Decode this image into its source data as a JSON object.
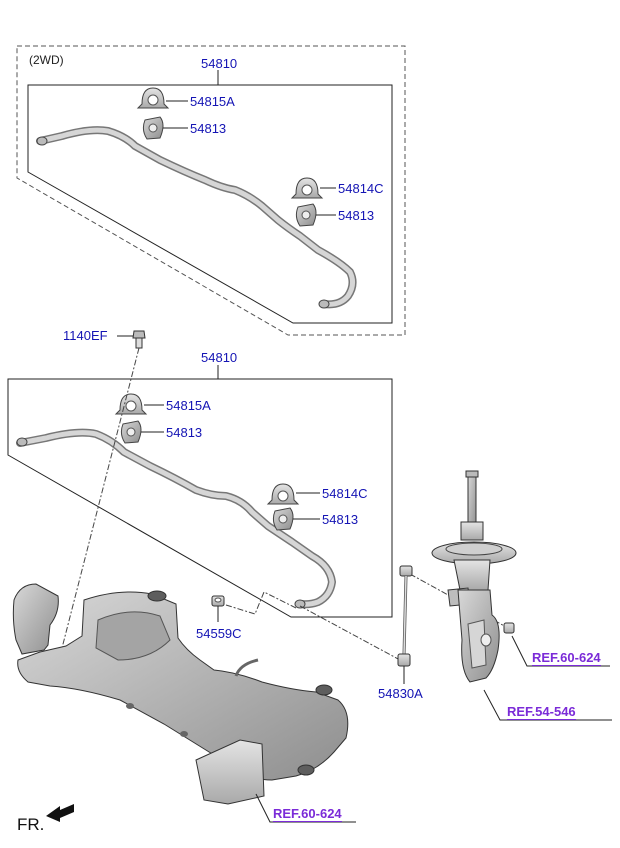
{
  "variant_note": "(2WD)",
  "top_group": {
    "assembly": "54810",
    "bushing_bracket_a": "54815A",
    "bushing_1": "54813",
    "bushing_bracket_c": "54814C",
    "bushing_2": "54813"
  },
  "bottom_group": {
    "assembly": "54810",
    "bushing_bracket_a": "54815A",
    "bushing_1": "54813",
    "bushing_bracket_c": "54814C",
    "bushing_2": "54813"
  },
  "bolt": "1140EF",
  "nut": "54559C",
  "link": "54830A",
  "refs": {
    "strut_nut": "REF.60-624",
    "strut": "REF.54-546",
    "subframe": "REF.60-624"
  },
  "direction": "FR.",
  "colors": {
    "label": "#1414b4",
    "reference": "#7b2bd8",
    "part_fill": "#c9c9c9",
    "outline": "#333333"
  }
}
